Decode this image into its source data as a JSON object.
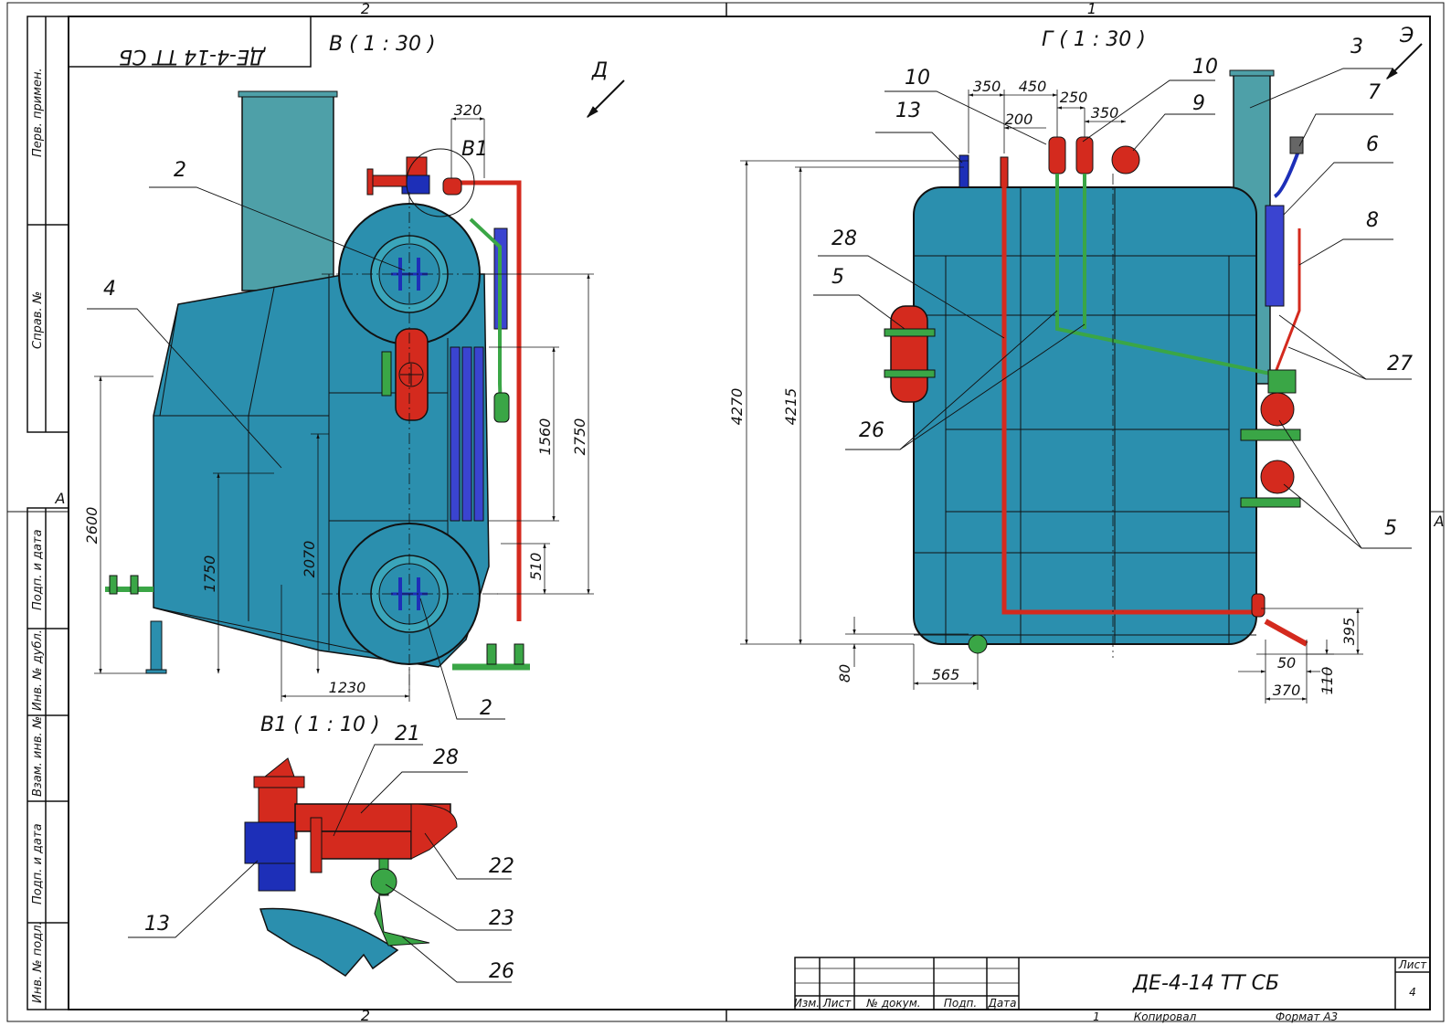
{
  "sheet": {
    "zone_top_left": "2",
    "zone_top_right": "1",
    "zone_bottom_left": "2",
    "zone_bottom_right": "1",
    "zone_side_left": "А",
    "zone_side_right": "А",
    "mirrored_designation": "ДЕ-4-14 ТТ СБ"
  },
  "side_stamp": [
    "Перв. примен.",
    "Справ. №",
    "Подп. и дата",
    "Инв. № дубл.",
    "Взам. инв. №",
    "Подп. и дата",
    "Инв. № подл."
  ],
  "views": {
    "v_title": "В ( 1 : 30 )",
    "g_title": "Г ( 1 : 30 )",
    "b1_title": "В1 ( 1 : 10 )",
    "arrow_d": "Д",
    "arrow_e": "Э",
    "detail_mark": "В1"
  },
  "view_v": {
    "dims": {
      "d320": "320",
      "d2750": "2750",
      "d1560": "1560",
      "d510": "510",
      "d2600": "2600",
      "d1750": "1750",
      "d2070": "2070",
      "d1230": "1230"
    },
    "labels": {
      "l2a": "2",
      "l4": "4",
      "l2b": "2"
    }
  },
  "view_g": {
    "dims": {
      "d350a": "350",
      "d450": "450",
      "d250": "250",
      "d200": "200",
      "d350b": "350",
      "d4270": "4270",
      "d4215": "4215",
      "d80": "80",
      "d565": "565",
      "d395": "395",
      "d50": "50",
      "d370": "370",
      "d110": "110"
    },
    "labels": {
      "l10a": "10",
      "l13": "13",
      "l10b": "10",
      "l9": "9",
      "l3": "3",
      "l7": "7",
      "l6": "6",
      "l8": "8",
      "l28": "28",
      "l5a": "5",
      "l26": "26",
      "l27": "27",
      "l5b": "5"
    }
  },
  "view_b1": {
    "labels": {
      "l21": "21",
      "l28": "28",
      "l22": "22",
      "l23": "23",
      "l26": "26",
      "l13": "13"
    }
  },
  "title_block": {
    "designation": "ДЕ-4-14 ТТ СБ",
    "col_izm": "Изм.",
    "col_list": "Лист",
    "col_ndoc": "№ докум.",
    "col_podp": "Подп.",
    "col_data": "Дата",
    "sheet_label": "Лист",
    "sheet_no": "4",
    "copied": "Копировал",
    "format": "Формат А3",
    "bottom_no": "1"
  },
  "colors": {
    "body": "#2b8fae",
    "body_dark": "#1f6f8a",
    "light_panel": "#4ea0a8",
    "pipe_red": "#d42a1e",
    "pipe_green": "#3aa646",
    "valve_blue": "#1d2fb8",
    "line": "#111111"
  }
}
